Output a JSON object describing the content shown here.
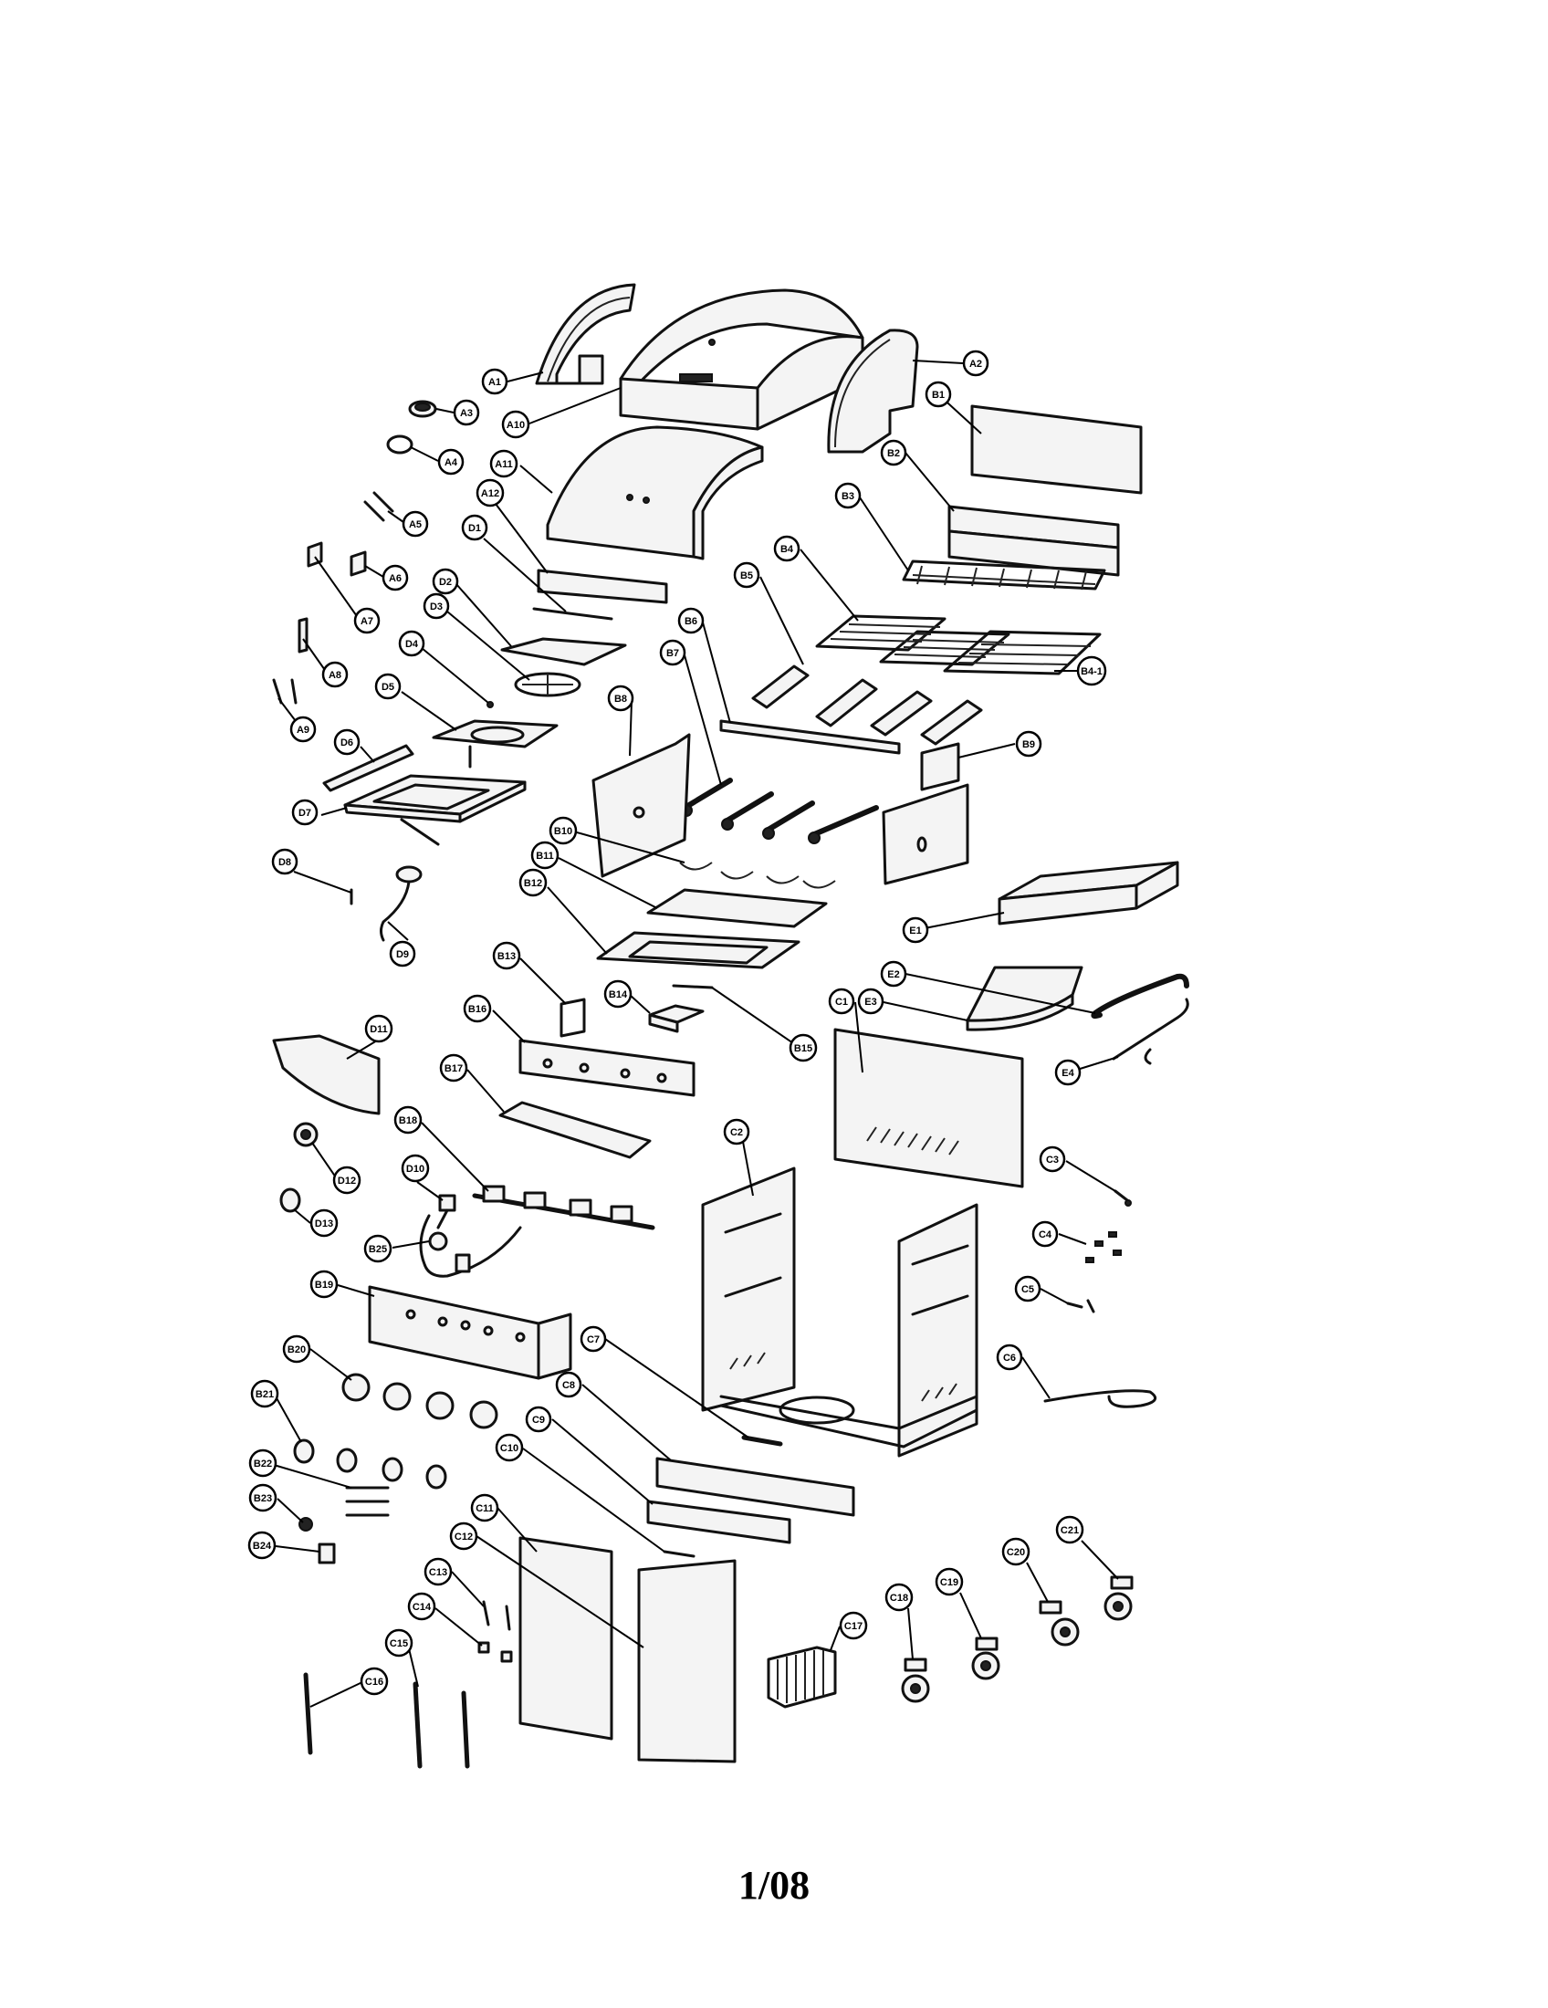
{
  "page_number": "1/08",
  "callouts": {
    "A1": "A1",
    "A2": "A2",
    "A3": "A3",
    "A4": "A4",
    "A5": "A5",
    "A6": "A6",
    "A7": "A7",
    "A8": "A8",
    "A9": "A9",
    "A10": "A10",
    "A11": "A11",
    "A12": "A12",
    "B1": "B1",
    "B2": "B2",
    "B3": "B3",
    "B4": "B4",
    "B4_1": "B4-1",
    "B5": "B5",
    "B6": "B6",
    "B7": "B7",
    "B8": "B8",
    "B9": "B9",
    "B10": "B10",
    "B11": "B11",
    "B12": "B12",
    "B13": "B13",
    "B14": "B14",
    "B15": "B15",
    "B16": "B16",
    "B17": "B17",
    "B18": "B18",
    "B19": "B19",
    "B20": "B20",
    "B21": "B21",
    "B22": "B22",
    "B23": "B23",
    "B24": "B24",
    "B25": "B25",
    "C1": "C1",
    "C2": "C2",
    "C3": "C3",
    "C4": "C4",
    "C5": "C5",
    "C6": "C6",
    "C7": "C7",
    "C8": "C8",
    "C9": "C9",
    "C10": "C10",
    "C11": "C11",
    "C12": "C12",
    "C13": "C13",
    "C14": "C14",
    "C15": "C15",
    "C16": "C16",
    "C17": "C17",
    "C18": "C18",
    "C19": "C19",
    "C20": "C20",
    "C21": "C21",
    "D1": "D1",
    "D2": "D2",
    "D3": "D3",
    "D4": "D4",
    "D5": "D5",
    "D6": "D6",
    "D7": "D7",
    "D8": "D8",
    "D9": "D9",
    "D10": "D10",
    "D11": "D11",
    "D12": "D12",
    "D13": "D13",
    "E1": "E1",
    "E2": "E2",
    "E3": "E3",
    "E4": "E4"
  }
}
